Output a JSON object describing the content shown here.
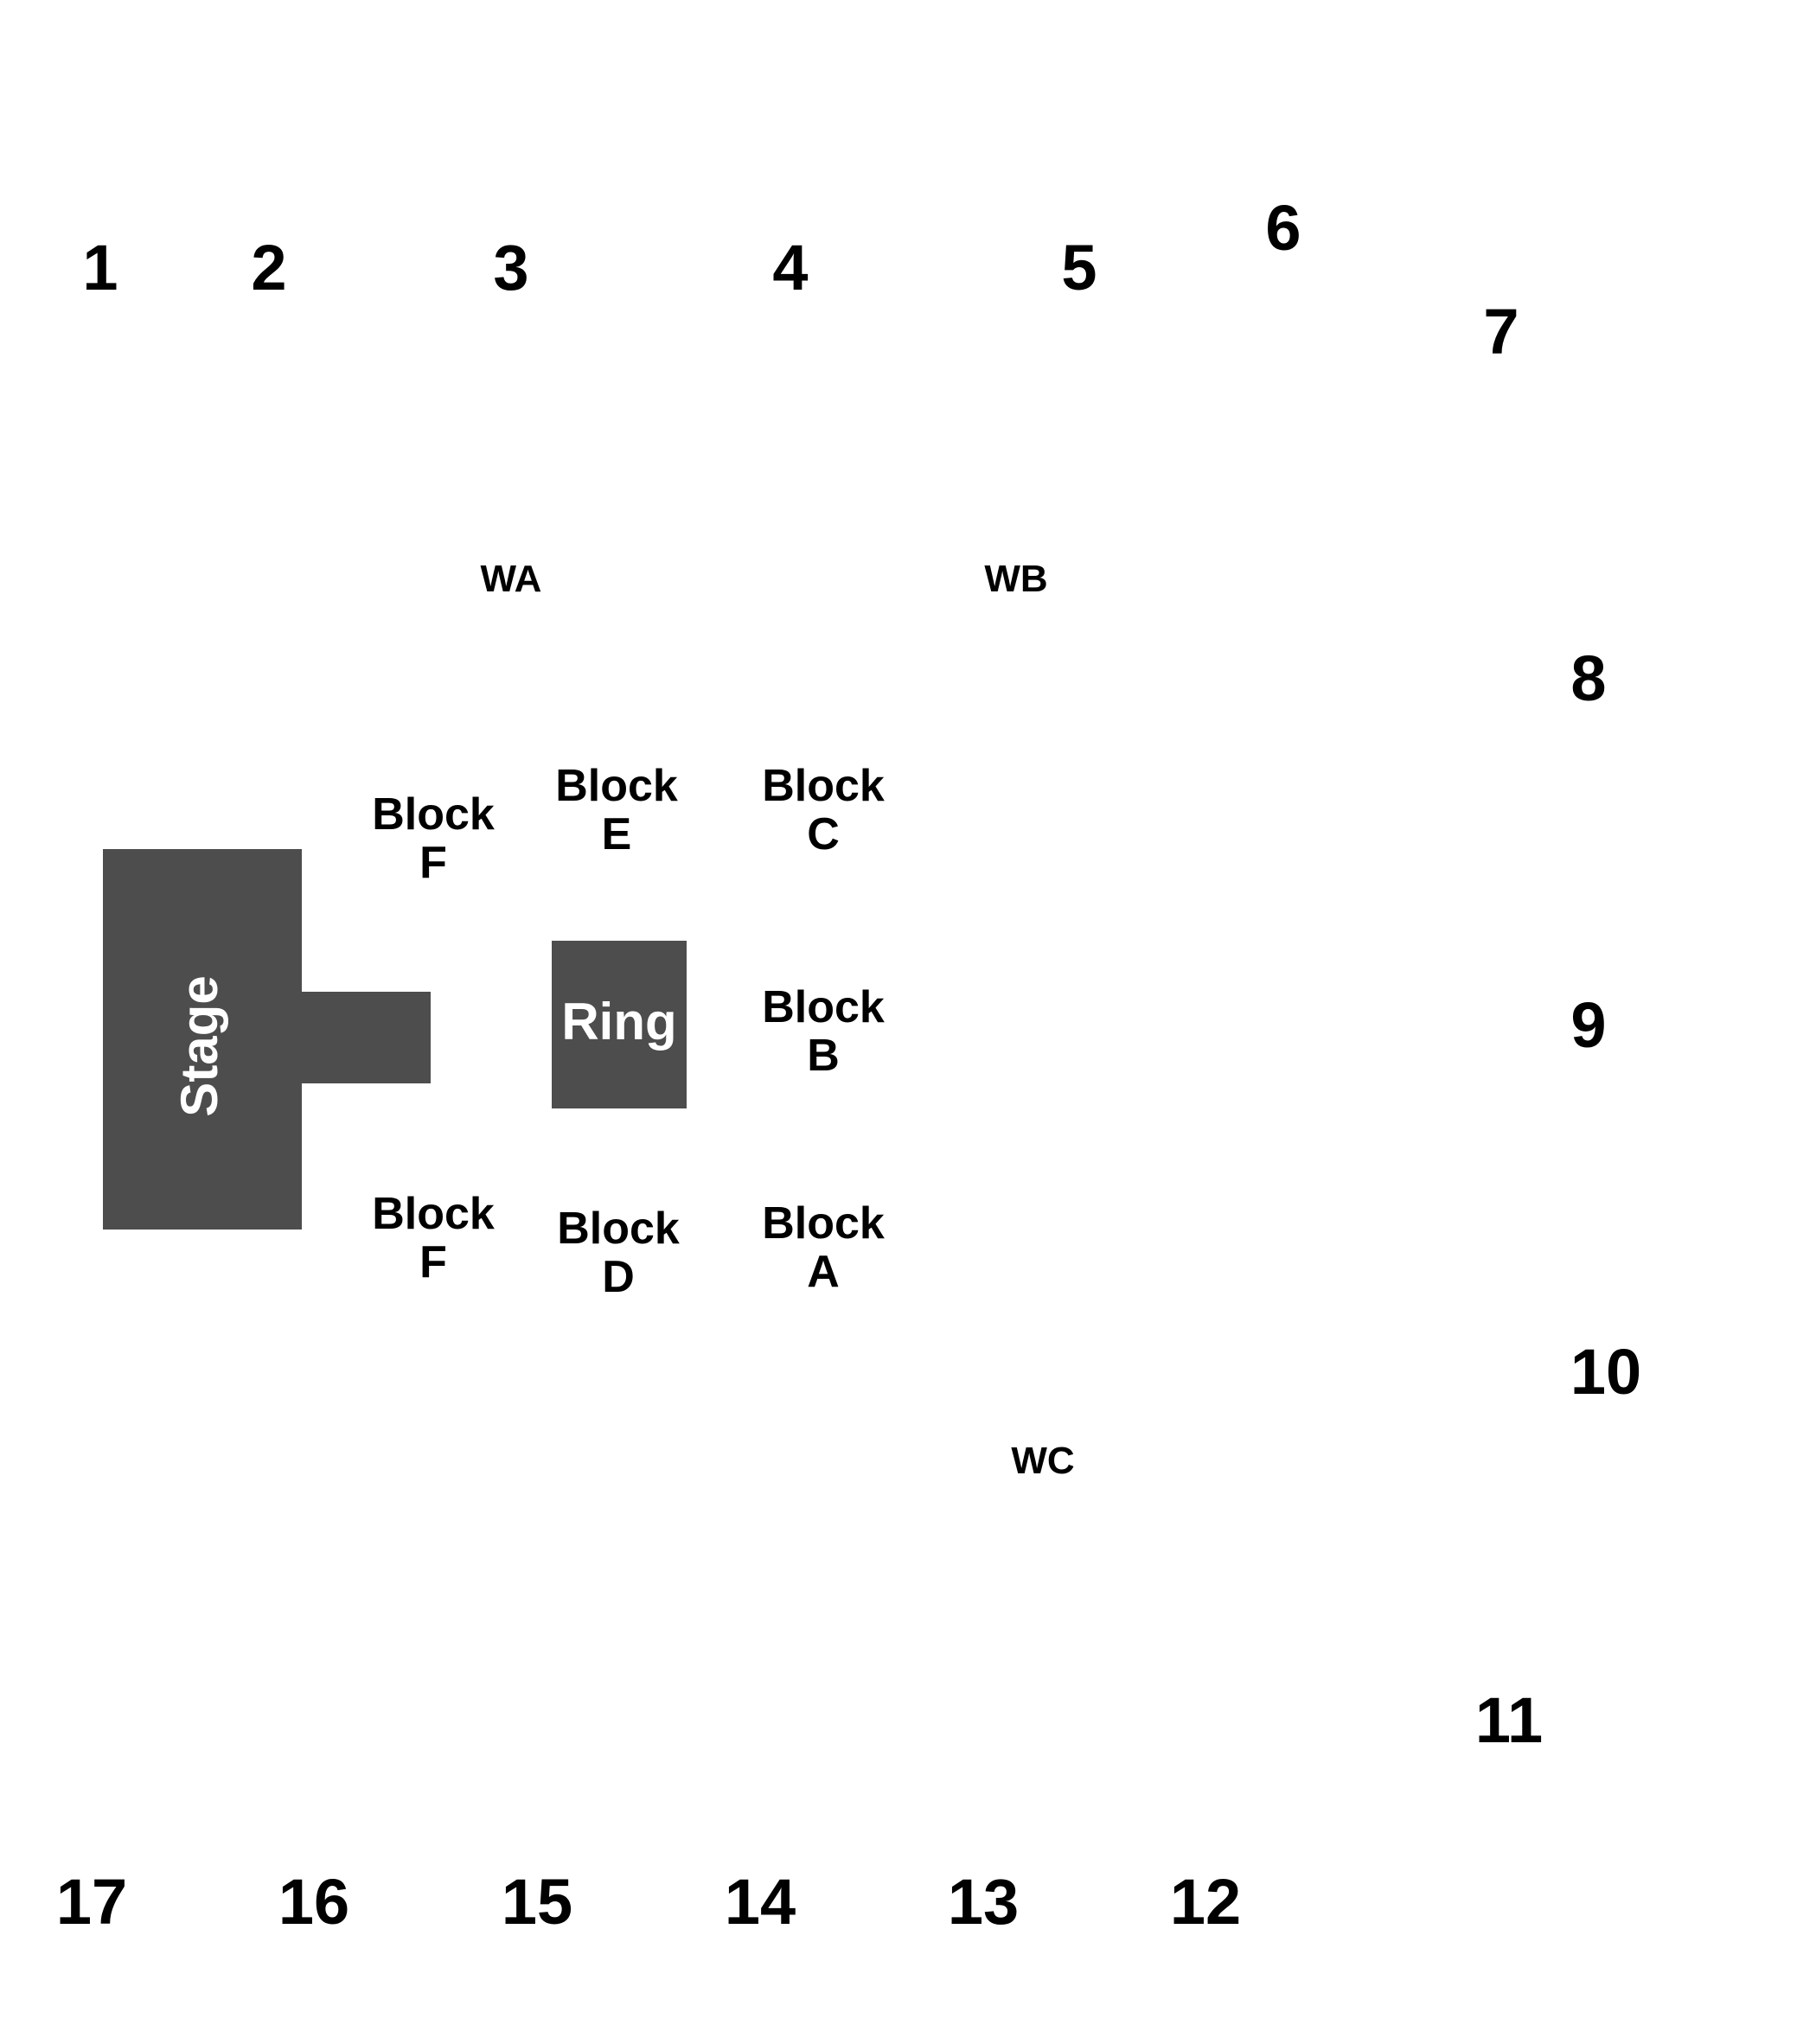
{
  "sections": {
    "s1": "1",
    "s2": "2",
    "s3": "3",
    "s4": "4",
    "s5": "5",
    "s6": "6",
    "s7": "7",
    "s8": "8",
    "s9": "9",
    "s10": "10",
    "s11": "11",
    "s12": "12",
    "s13": "13",
    "s14": "14",
    "s15": "15",
    "s16": "16",
    "s17": "17"
  },
  "wheelchair": {
    "wa": "WA",
    "wb": "WB",
    "wc": "WC"
  },
  "blocks": {
    "f_top": {
      "word": "Block",
      "letter": "F"
    },
    "e": {
      "word": "Block",
      "letter": "E"
    },
    "c": {
      "word": "Block",
      "letter": "C"
    },
    "b": {
      "word": "Block",
      "letter": "B"
    },
    "f_bottom": {
      "word": "Block",
      "letter": "F"
    },
    "d": {
      "word": "Block",
      "letter": "D"
    },
    "a": {
      "word": "Block",
      "letter": "A"
    }
  },
  "features": {
    "stage": "Stage",
    "ring": "Ring"
  },
  "colors": {
    "feature_fill": "#4d4d4d",
    "feature_text": "#ffffff",
    "label_text": "#000000",
    "background": "#ffffff"
  }
}
